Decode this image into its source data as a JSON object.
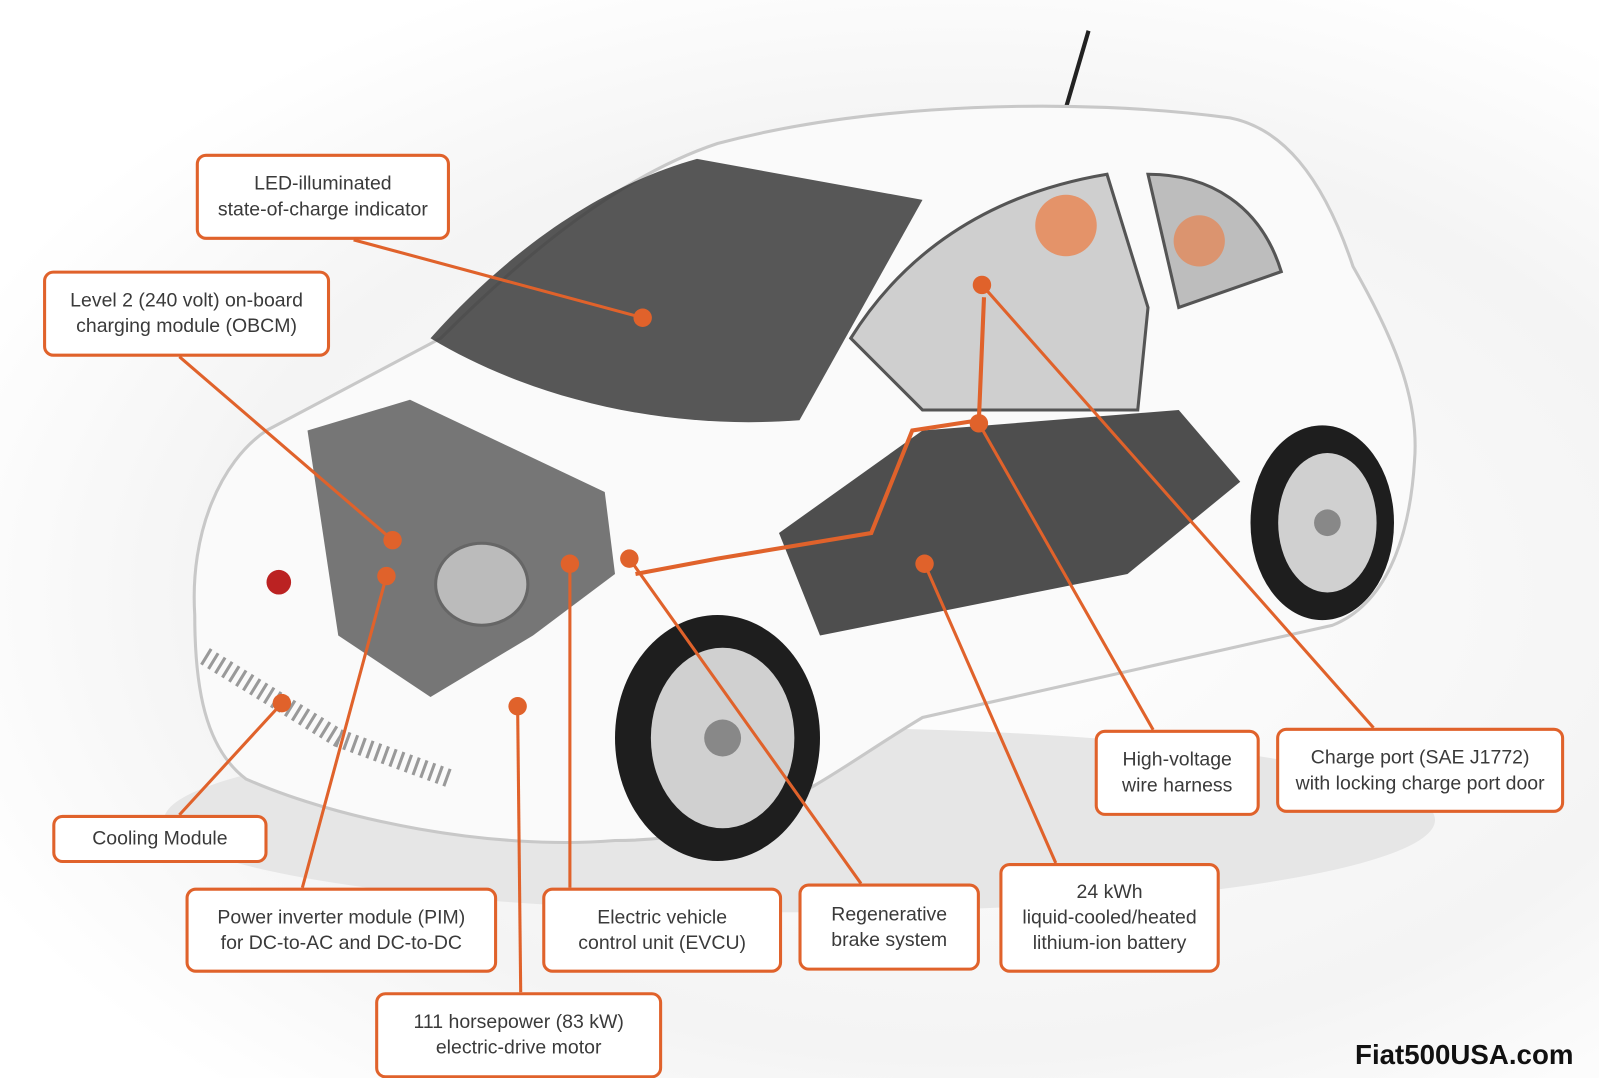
{
  "accent_color": "#e0622b",
  "callouts": [
    {
      "id": "led",
      "lines": [
        "LED-illuminated",
        "state-of-charge indicator"
      ]
    },
    {
      "id": "obcm",
      "lines": [
        "Level 2 (240 volt) on-board",
        "charging module (OBCM)"
      ]
    },
    {
      "id": "cooling",
      "lines": [
        "Cooling Module"
      ]
    },
    {
      "id": "pim",
      "lines": [
        "Power inverter module (PIM)",
        "for DC-to-AC and DC-to-DC"
      ]
    },
    {
      "id": "motor",
      "lines": [
        "111 horsepower (83 kW)",
        "electric-drive motor"
      ]
    },
    {
      "id": "evcu",
      "lines": [
        "Electric vehicle",
        "control unit (EVCU)"
      ]
    },
    {
      "id": "brake",
      "lines": [
        "Regenerative",
        "brake system"
      ]
    },
    {
      "id": "battery",
      "lines": [
        "24 kWh",
        "liquid-cooled/heated",
        "lithium-ion battery"
      ]
    },
    {
      "id": "harness",
      "lines": [
        "High-voltage",
        "wire harness"
      ]
    },
    {
      "id": "chargeport",
      "lines": [
        "Charge port (SAE J1772)",
        "with locking charge port door"
      ]
    }
  ],
  "watermark": "Fiat500USA.com"
}
